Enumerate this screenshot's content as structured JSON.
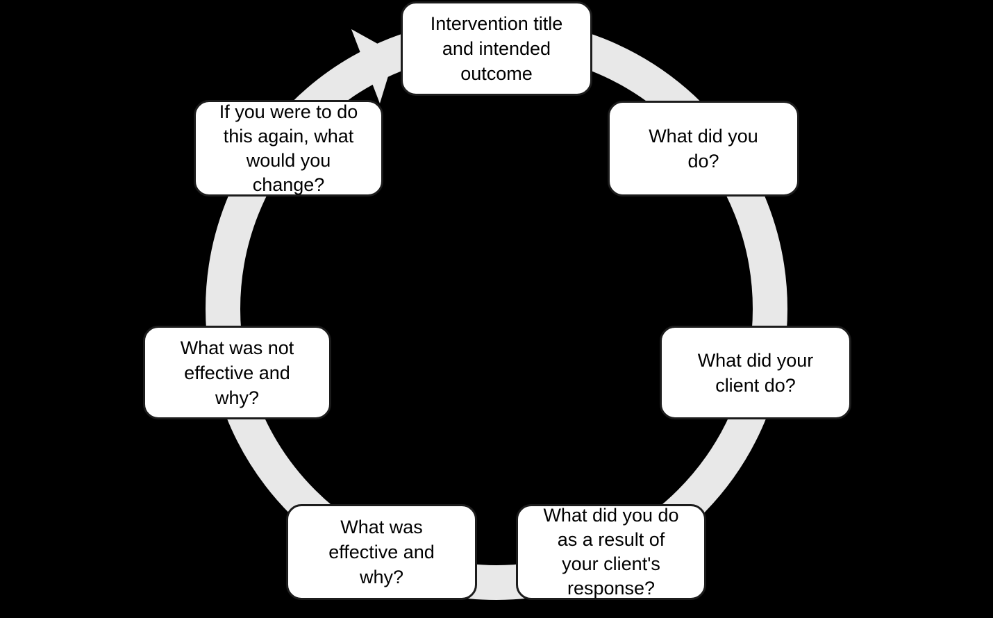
{
  "diagram": {
    "type": "cycle",
    "direction": "clockwise",
    "colors": {
      "background": "#000000",
      "ring": "#e8e8e8",
      "node_fill": "#ffffff",
      "node_border": "#1c1c1c",
      "text": "#000000"
    },
    "nodes": [
      {
        "id": "intervention-title",
        "label": "Intervention title\nand intended\noutcome"
      },
      {
        "id": "what-did-you-do",
        "label": "What did you\ndo?"
      },
      {
        "id": "what-did-your-client-do",
        "label": "What did your\nclient do?"
      },
      {
        "id": "what-did-you-do-as-result",
        "label": "What did you do\nas a result of\nyour client's\nresponse?"
      },
      {
        "id": "what-was-effective",
        "label": "What was\neffective and\nwhy?"
      },
      {
        "id": "what-was-not-effective",
        "label": "What was not\neffective and\nwhy?"
      },
      {
        "id": "if-you-did-this-again",
        "label": "If you were to do\nthis again, what\nwould you\nchange?"
      }
    ]
  }
}
